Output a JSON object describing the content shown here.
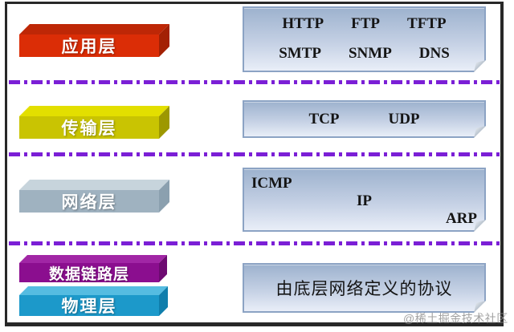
{
  "layers": [
    {
      "id": "application",
      "label": "应用层",
      "color_front": "#DB2D06",
      "color_top": "#BE2706",
      "color_side": "#A32104"
    },
    {
      "id": "transport",
      "label": "传输层",
      "color_front": "#C9C402",
      "color_top": "#E3DF00",
      "color_side": "#9D9800"
    },
    {
      "id": "network",
      "label": "网络层",
      "color_front": "#9FB2C0",
      "color_top": "#C7D4DC",
      "color_side": "#8BA0AF"
    },
    {
      "id": "data-link",
      "label": "数据链路层",
      "color_front": "#8B0E8F",
      "color_top": "#A126A5",
      "color_side": "#6D0A71"
    },
    {
      "id": "physical",
      "label": "物理层",
      "color_front": "#1C99CA",
      "color_top": "#55BCE1",
      "color_side": "#0F7EAC"
    }
  ],
  "separators": {
    "color": "#7B1FD6",
    "count": 3,
    "style": "dash-dot"
  },
  "protocol_boxes": {
    "application": {
      "rows": [
        [
          "HTTP",
          "FTP",
          "TFTP"
        ],
        [
          "SMTP",
          "SNMP",
          "DNS"
        ]
      ]
    },
    "transport": {
      "rows": [
        [
          "TCP",
          "UDP"
        ]
      ]
    },
    "network": {
      "rows": [
        [
          "ICMP"
        ],
        [
          "IP"
        ],
        [
          "ARP"
        ]
      ]
    },
    "lower": {
      "label": "由底层网络定义的协议"
    }
  },
  "box_style": {
    "border": "#8CA3C4",
    "gradient_top": "#9DB2CE",
    "gradient_mid": "#C4D0E4",
    "gradient_bottom": "#E9EEF8",
    "text": "#141414"
  },
  "frame": {
    "border_color": "#282828",
    "background": "#FFFFFF"
  },
  "watermark": "@稀土掘金技术社区"
}
